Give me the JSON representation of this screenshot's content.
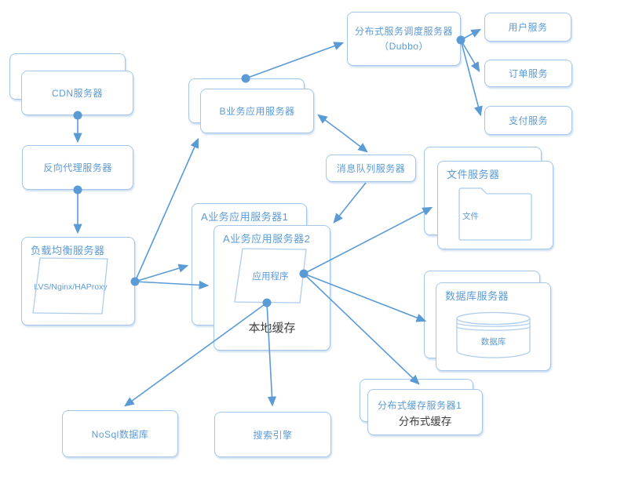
{
  "diagram_type": "web-architecture-diagram",
  "colors": {
    "background": "#FFFFFF",
    "box_border": "#A5C8EA",
    "box_fill": "#FFFFFF",
    "label_blue": "#5B9BD5",
    "label_dark": "#3F3F3F",
    "arrow": "#5B9BD5"
  },
  "nodes": {
    "cdn": {
      "label": "CDN服务器"
    },
    "reverse_proxy": {
      "label": "反向代理服务器"
    },
    "load_balancer": {
      "label": "负载均衡服务器",
      "inner": "LVS/Nginx/HAProxy"
    },
    "app_b": {
      "label": "B业务应用服务器"
    },
    "dubbo": {
      "label_line1": "分布式服务调度服务器",
      "label_line2": "（Dubbo）"
    },
    "user_service": {
      "label": "用户服务"
    },
    "order_service": {
      "label": "订单服务"
    },
    "payment_service": {
      "label": "支付服务"
    },
    "message_queue": {
      "label": "消息队列服务器"
    },
    "file_server": {
      "label": "文件服务器",
      "inner": "文件"
    },
    "app_a1": {
      "label": "A业务应用服务器1"
    },
    "app_a2": {
      "label": "A业务应用服务器2",
      "inner": "应用程序",
      "cache_label": "本地缓存"
    },
    "db_server": {
      "label": "数据库服务器",
      "inner": "数据库"
    },
    "dist_cache": {
      "label": "分布式缓存服务器1",
      "sub_label": "分布式缓存"
    },
    "nosql": {
      "label": "NoSql数据库"
    },
    "search": {
      "label": "搜索引擎"
    }
  }
}
